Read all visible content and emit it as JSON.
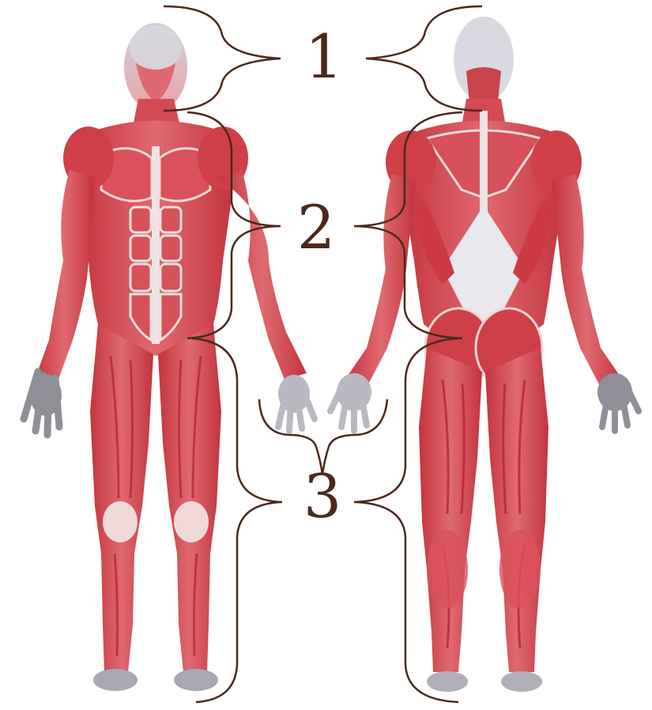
{
  "labels": {
    "region_1": "1",
    "region_2": "2",
    "region_3": "3"
  },
  "colors": {
    "label_ink": "#4a2a1c",
    "bracket_ink": "#4a2a1c",
    "muscle_base": "#d9515a",
    "muscle_dark": "#b8262f",
    "muscle_light": "#f3b4b4",
    "tendon": "#efe3e3",
    "skin_grey": "#9a9aa3",
    "background": "#ffffff"
  },
  "figures": {
    "front_view": "anterior-muscle-figure",
    "back_view": "posterior-muscle-figure"
  }
}
